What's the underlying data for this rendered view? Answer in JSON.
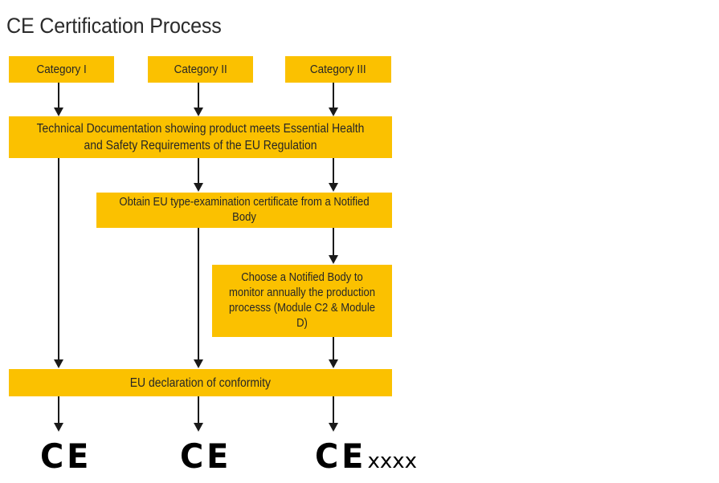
{
  "title": "CE Certification Process",
  "colors": {
    "box_fill": "#fbc100",
    "box_text": "#262626",
    "arrow": "#1a1a1a",
    "title_text": "#2b2b2b",
    "background": "#ffffff"
  },
  "categories": [
    {
      "label": "Category I"
    },
    {
      "label": "Category II"
    },
    {
      "label": "Category III"
    }
  ],
  "steps": {
    "technical_documentation": "Technical Documentation showing product meets Essential Health and Safety Requirements of the EU Regulation",
    "type_examination": "Obtain EU type-examination certificate from a Notified Body",
    "notified_body_monitoring": "Choose a Notified Body to monitor annually the production processs (Module C2 & Module D)",
    "declaration": "EU declaration of conformity"
  },
  "ce_marks": [
    {
      "glyphs": "CE",
      "number": ""
    },
    {
      "glyphs": "CE",
      "number": ""
    },
    {
      "glyphs": "CE",
      "number": "xxxx"
    }
  ]
}
